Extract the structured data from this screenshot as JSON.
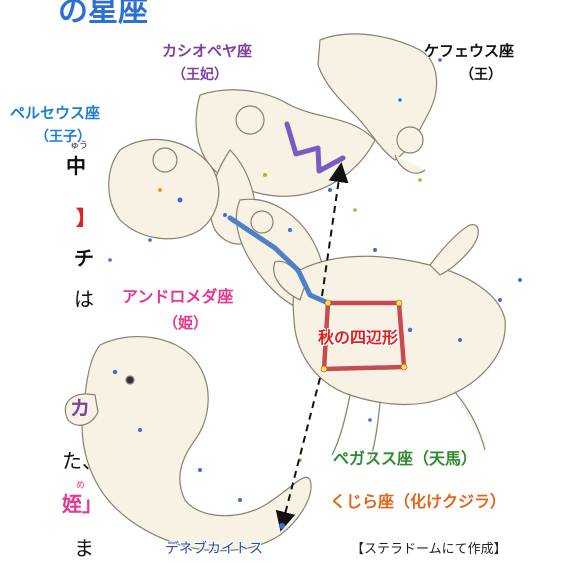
{
  "header_fragment": "の星座",
  "labels": {
    "cassiopeia_name": "カシオペヤ座",
    "cassiopeia_role": "（王妃）",
    "cepheus_name": "ケフェウス座",
    "cepheus_role": "（王）",
    "perseus_name": "ペルセウス座",
    "perseus_role": "（王子）",
    "andromeda_name": "アンドロメダ座",
    "andromeda_role": "（姫）",
    "square": "秋の四辺形",
    "pegasus": "ペガスス座（天馬）",
    "cetus": "くじら座（化けクジラ）",
    "deneb_kaitos": "デネブカイトス",
    "credit": "【ステラドームにて作成】"
  },
  "side_text": {
    "furigana_1": "ゅう",
    "char_1": "中",
    "char_2": "】",
    "char_3": "チ",
    "char_4": "は",
    "char_5": "カ",
    "char_6": "た、",
    "furigana_2": "め",
    "char_7": "姪」",
    "char_8": "ま"
  },
  "colors": {
    "cassiopeia": "#7a3fa0",
    "cepheus": "#111111",
    "perseus": "#1a7fd0",
    "andromeda": "#e8368f",
    "square": "#e02020",
    "pegasus": "#2e8b2e",
    "cetus": "#e0661a",
    "deneb_kaitos": "#2a4fa0",
    "header": "#2c6fd6"
  }
}
